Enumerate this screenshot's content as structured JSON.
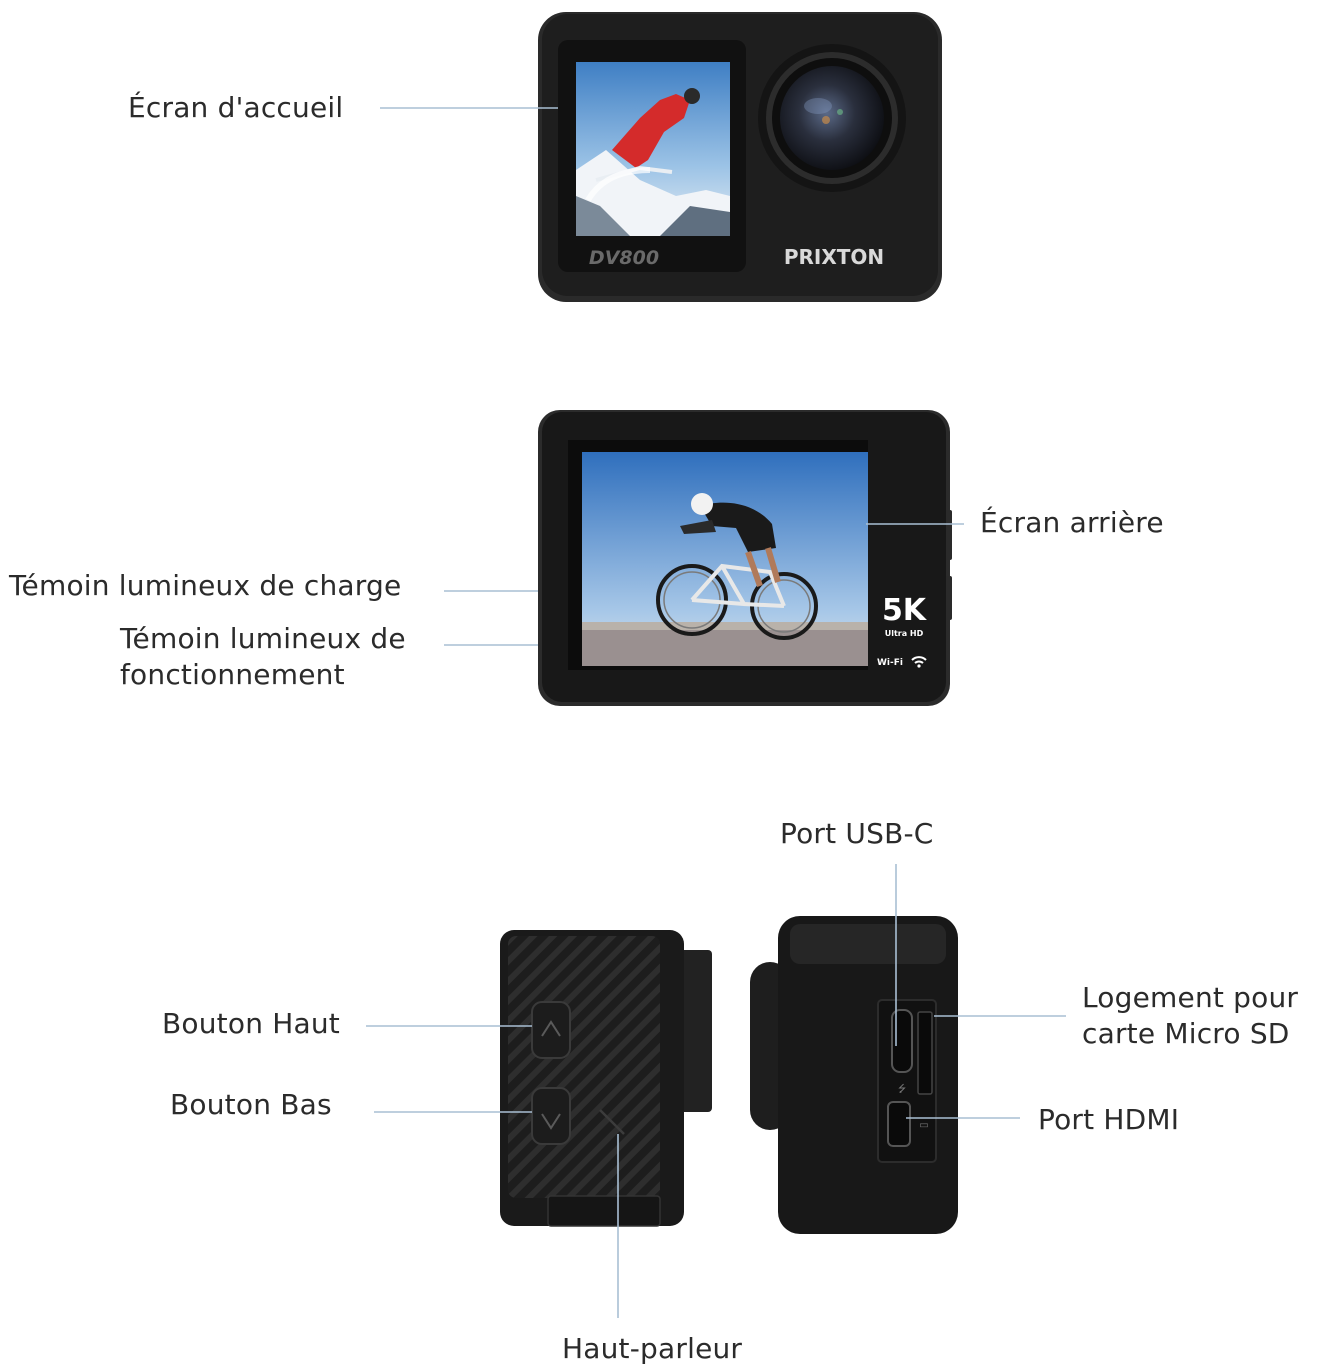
{
  "labels": {
    "front_screen": "Écran d'accueil",
    "rear_screen": "Écran arrière",
    "charge_indicator": "Témoin lumineux de charge",
    "power_indicator_line1": "Témoin lumineux de",
    "power_indicator_line2": "fonctionnement",
    "usb_c_port": "Port USB-C",
    "microsd_slot_line1": "Logement pour",
    "microsd_slot_line2": "carte Micro SD",
    "hdmi_port": "Port HDMI",
    "up_button": "Bouton Haut",
    "down_button": "Bouton Bas",
    "speaker": "Haut-parleur"
  },
  "device": {
    "model_text": "DV800",
    "brand_text": "PRIXTON",
    "badge_5k": "5K",
    "badge_uhd": "Ultra HD",
    "badge_wifi": "Wi-Fi"
  },
  "colors": {
    "body": "#1c1c1c",
    "leader_line": "#a9bfd4",
    "label_text": "#2b2b2b"
  }
}
